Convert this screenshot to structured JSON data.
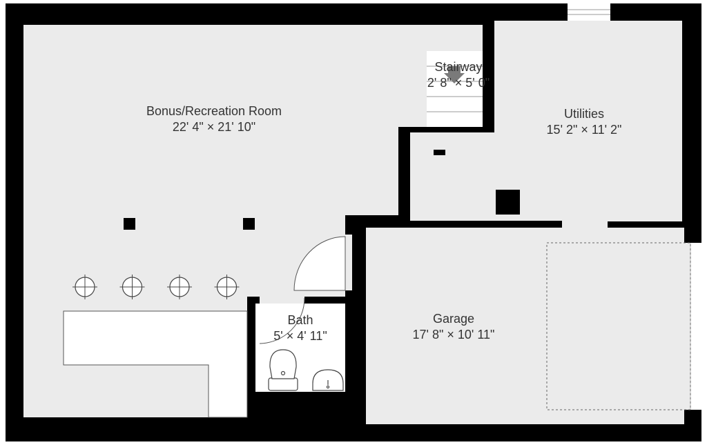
{
  "colors": {
    "wall": "#000000",
    "floor": "#ebebeb",
    "fixture": "#ffffff",
    "text": "#333333",
    "stair_arrow": "#7a7a7a"
  },
  "rooms": {
    "recreation": {
      "name": "Bonus/Recreation Room",
      "dims": "22' 4\" × 21' 10\""
    },
    "stairway": {
      "name": "Stairway",
      "dims": "2' 8\" × 5' 0\""
    },
    "utilities": {
      "name": "Utilities",
      "dims": "15' 2\" × 11' 2\""
    },
    "bath": {
      "name": "Bath",
      "dims": "5' × 4' 11\""
    },
    "garage": {
      "name": "Garage",
      "dims": "17' 8\" × 10' 11\""
    }
  },
  "fixtures": {
    "bar_stool_count": 4,
    "icons": [
      "toilet-icon",
      "sink-icon",
      "bar-stool-icon",
      "stair-arrow-icon",
      "parking-space"
    ]
  }
}
